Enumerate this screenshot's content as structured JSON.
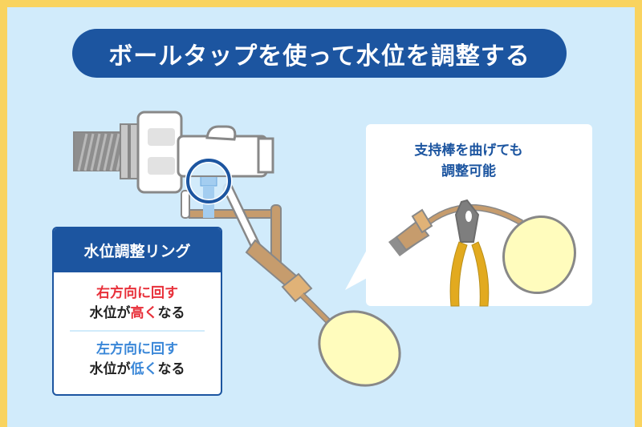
{
  "title": "ボールタップを使って水位を調整する",
  "colors": {
    "border": "#f9d35f",
    "background": "#d1ebfb",
    "brand_blue": "#1c55a0",
    "red": "#e8303a",
    "light_blue": "#3a87d8",
    "float": "#fffcbd",
    "rod": "#c69c6d",
    "plier_handle": "#e2aa1f"
  },
  "ring_box": {
    "heading": "水位調整リング",
    "right": {
      "line1": "右方向に回す",
      "line2_prefix": "水位が",
      "line2_emph": "高く",
      "line2_suffix": "なる"
    },
    "left": {
      "line1": "左方向に回す",
      "line2_prefix": "水位が",
      "line2_emph": "低く",
      "line2_suffix": "なる"
    }
  },
  "callout": {
    "line1": "支持棒を曲げても",
    "line2": "調整可能"
  }
}
